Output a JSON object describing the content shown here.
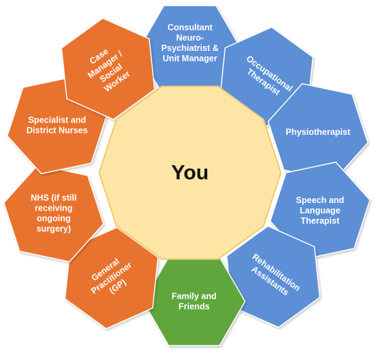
{
  "colors": {
    "blue": "#5b8fd6",
    "orange": "#e8732e",
    "green": "#5fa63c",
    "center_fill": "#fde5a6",
    "center_stroke": "#f2c96d"
  },
  "center": {
    "label": "You"
  },
  "petals": [
    {
      "id": "consultant",
      "color": "blue",
      "lines": [
        "Consultant",
        "Neuro-",
        "Psychiatrist &",
        "Unit Manager"
      ]
    },
    {
      "id": "occupational-therapist",
      "color": "blue",
      "lines": [
        "Occupational",
        "Therapist"
      ]
    },
    {
      "id": "physiotherapist",
      "color": "blue",
      "lines": [
        "Physiotherapist"
      ]
    },
    {
      "id": "speech-language-therapist",
      "color": "blue",
      "lines": [
        "Speech and",
        "Language",
        "Therapist"
      ]
    },
    {
      "id": "rehabilitation-assistants",
      "color": "blue",
      "lines": [
        "Rehabilitation",
        "Assistants"
      ]
    },
    {
      "id": "family-and-friends",
      "color": "green",
      "lines": [
        "Family and",
        "Friends"
      ]
    },
    {
      "id": "general-practitioner",
      "color": "orange",
      "lines": [
        "General",
        "Practitioner",
        "(GP)"
      ]
    },
    {
      "id": "nhs",
      "color": "orange",
      "lines": [
        "NHS (if still",
        "receiving",
        "ongoing",
        "surgery)"
      ]
    },
    {
      "id": "specialist-district-nurses",
      "color": "orange",
      "lines": [
        "Specialist and",
        "District Nurses"
      ]
    },
    {
      "id": "case-manager",
      "color": "orange",
      "lines": [
        "Case",
        "Manager /",
        "Social",
        "Worker"
      ]
    }
  ]
}
